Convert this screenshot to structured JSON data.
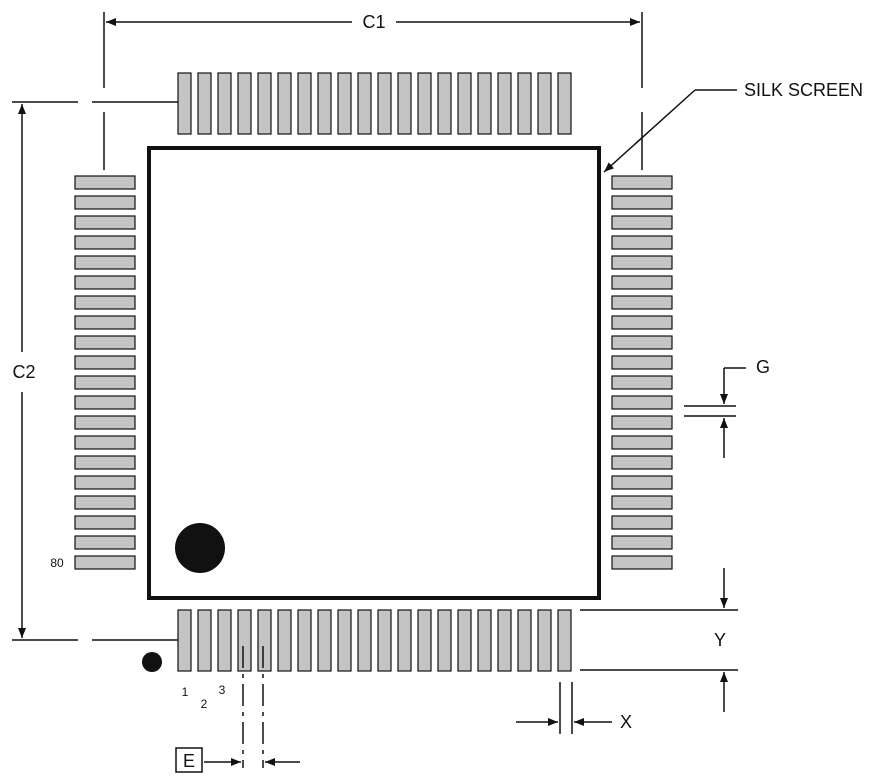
{
  "labels": {
    "c1": "C1",
    "c2": "C2",
    "silk_screen": "SILK SCREEN",
    "g": "G",
    "y": "Y",
    "x": "X",
    "e": "E",
    "pin1": "1",
    "pin2": "2",
    "pin3": "3",
    "pin80": "80"
  },
  "package": {
    "pads_top": 20,
    "pads_bottom": 20,
    "pads_left": 20,
    "pads_right": 20
  },
  "colors": {
    "pad_fill": "#c4c4c4",
    "outline": "#111111",
    "background": "#ffffff"
  }
}
